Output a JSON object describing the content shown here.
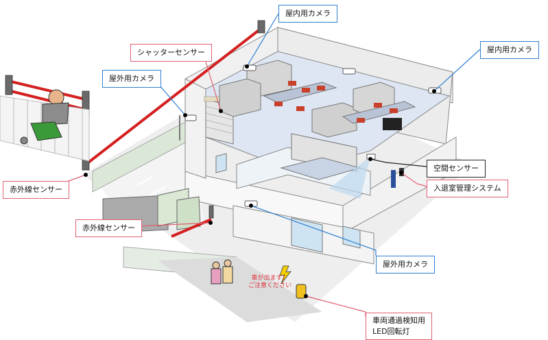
{
  "labels": {
    "indoor_camera_top": "屋内用カメラ",
    "indoor_camera_right": "屋内用カメラ",
    "shutter_sensor": "シャッターセンサー",
    "outdoor_camera_left": "屋外用カメラ",
    "infrared_sensor_left": "赤外線センサー",
    "space_sensor": "空間センサー",
    "access_control": "入退室管理システム",
    "infrared_sensor_mid": "赤外線センサー",
    "outdoor_camera_bottom": "屋外用カメラ",
    "vehicle_led_line1": "車両通過検知用",
    "vehicle_led_line2": "LED回転灯"
  },
  "warning": {
    "line1": "車が出ます！",
    "line2": "ご注意ください"
  },
  "colors": {
    "camera_callout_border": "#2f7fd0",
    "sensor_callout_border": "#e06070",
    "infrared_beam": "#d42020",
    "warning_text": "#e0303a"
  }
}
